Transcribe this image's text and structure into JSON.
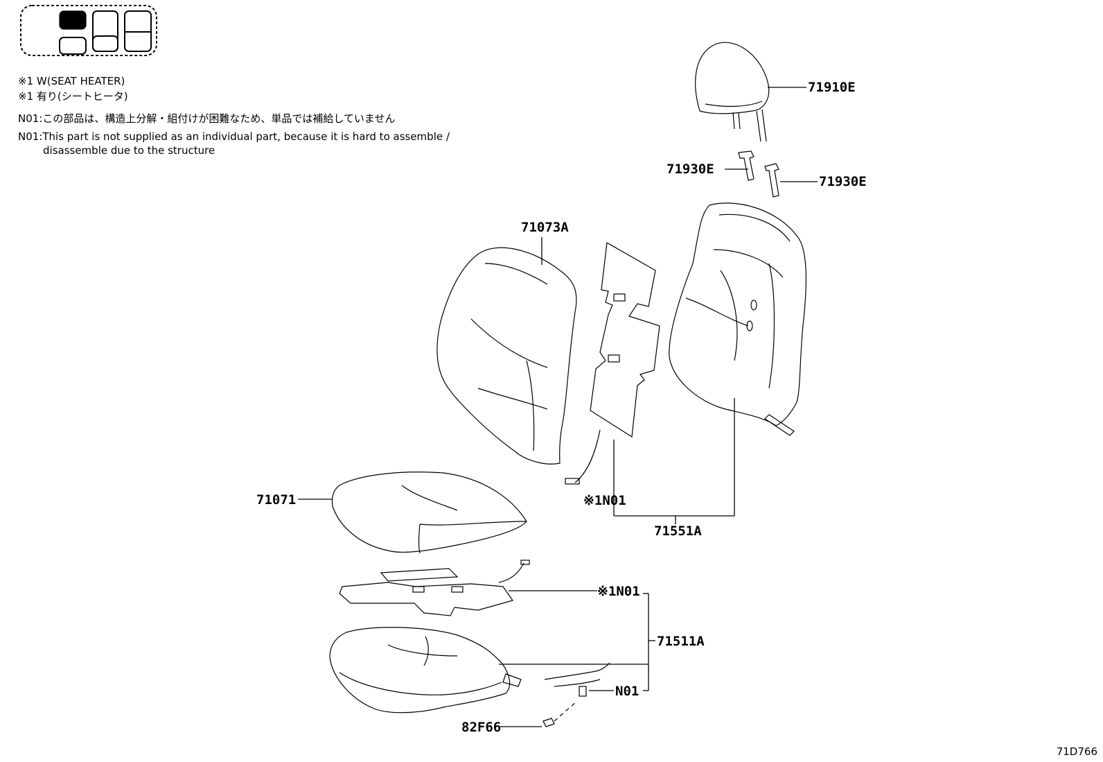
{
  "notes": {
    "heater_en": "※1 W(SEAT HEATER)",
    "heater_jp": "※1 有り(シートヒータ)",
    "n01_jp": "N01:この部品は、構造上分解・組付けが困難なため、単品では補給していません",
    "n01_en_line1": "N01:This part is not supplied as an individual part, because it is hard to assemble /",
    "n01_en_line2": "disassemble due to the structure"
  },
  "parts": {
    "headrest": "71910E",
    "support_left": "71930E",
    "support_right": "71930E",
    "back_cover": "71073A",
    "back_heater": "※1N01",
    "back_assy": "71551A",
    "cushion_cover": "71071",
    "cushion_heater": "※1N01",
    "cushion_assy": "71511A",
    "cushion_wire": "N01",
    "connector": "82F66"
  },
  "diagram_code": "71D766"
}
